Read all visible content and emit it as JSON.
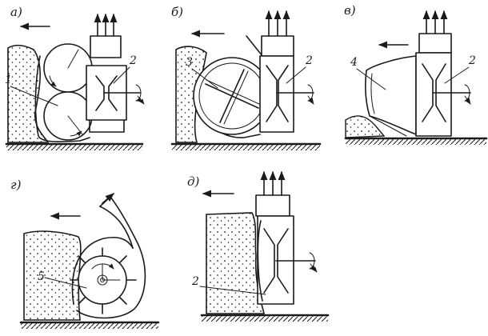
{
  "panels": [
    {
      "id": "a",
      "label": "а)",
      "callouts": [
        "1",
        "2"
      ]
    },
    {
      "id": "b",
      "label": "б)",
      "callouts": [
        "3",
        "2"
      ]
    },
    {
      "id": "v",
      "label": "в)",
      "callouts": [
        "4",
        "2"
      ]
    },
    {
      "id": "g",
      "label": "г)",
      "callouts": [
        "5"
      ]
    },
    {
      "id": "d",
      "label": "д)",
      "callouts": [
        "2"
      ]
    }
  ],
  "colors": {
    "ink": "#1a1a1a",
    "paper": "#ffffff"
  }
}
